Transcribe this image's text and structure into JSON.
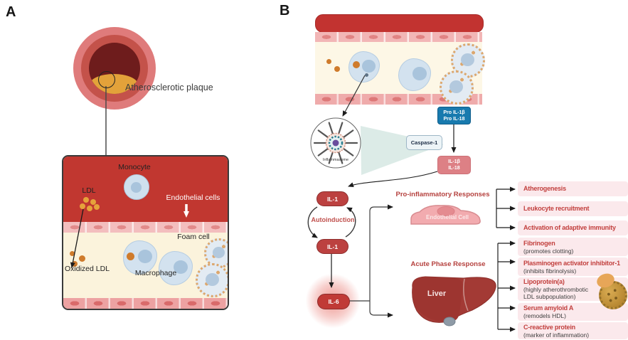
{
  "panels": {
    "a": {
      "label": "A",
      "plaque_label": "Atherosclerotic plaque",
      "box": {
        "monocyte": "Monocyte",
        "ldl": "LDL",
        "endothelial_cells": "Endothelial cells",
        "foam_cell": "Foam cell",
        "oxidized_ldl": "Oxidized LDL",
        "macrophage": "Macrophage"
      }
    },
    "b": {
      "label": "B",
      "inflammasome_label": "Inflammasome",
      "caspase": "Caspase-1",
      "pro_il": [
        "Pro IL-1β",
        "Pro IL-18"
      ],
      "il_cleaved": [
        "IL-1β",
        "IL-18"
      ],
      "il1_top": "IL-1",
      "autoinduction": "Autoinduction",
      "il1_bottom": "IL-1",
      "il6": "IL-6",
      "pro_inflammatory": {
        "title": "Pro-inflammatory Responses",
        "endothelial_cell": "Endothelial Cell",
        "outcomes": [
          "Atherogenesis",
          "Leukocyte recruitment",
          "Activation of adaptive immunity"
        ]
      },
      "acute_phase": {
        "title": "Acute Phase Response",
        "liver": "Liver",
        "outcomes": [
          {
            "name": "Fibrinogen",
            "note": "(promotes clotting)"
          },
          {
            "name": "Plasminogen activator inhibitor-1",
            "note": "(inhibits fibrinolysis)"
          },
          {
            "name": "Lipoprotein(a)",
            "note": "(highly atherothrombotic LDL subpopulation)"
          },
          {
            "name": "Serum amyloid A",
            "note": "(remodels HDL)"
          },
          {
            "name": "C-reactive protein",
            "note": "(marker of inflammation)"
          }
        ]
      }
    }
  },
  "colors": {
    "vessel_red": "#c0342f",
    "plaque_yellow": "#e3a23a",
    "intima_cream": "#fbf3dc",
    "endothelium_pink": "#f2b6b6",
    "pro_il_blue": "#187aae",
    "il_salmon": "#dd8085",
    "il_pill_red": "#bc4140",
    "accent_red_text": "#b5413e",
    "list_title_red": "#c2403e",
    "list_bg_pink": "#fbe9ec",
    "teal_cone": "#dcebe7"
  }
}
